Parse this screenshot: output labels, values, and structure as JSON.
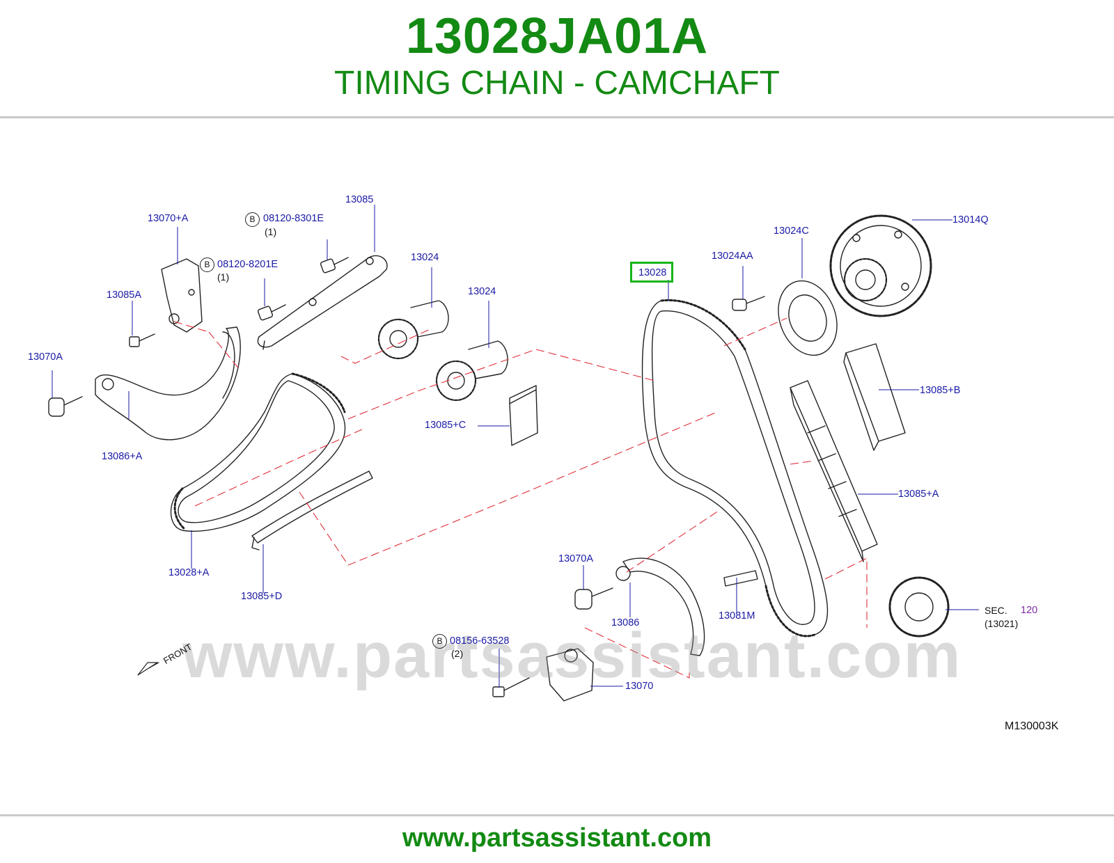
{
  "header": {
    "part_number": "13028JA01A",
    "title": "TIMING CHAIN - CAMCHAFT"
  },
  "diagram": {
    "watermark": "www.partsassistant.com",
    "front_label": "FRONT",
    "diagram_code": "M130003K",
    "highlighted_part": "13028",
    "callouts": {
      "c13070_a": "13070+A",
      "c08120_8301e": "08120-8301E",
      "c08120_8301e_qty": "(1)",
      "c13085": "13085",
      "c08120_8201e": "08120-8201E",
      "c08120_8201e_qty": "(1)",
      "c13085a": "13085A",
      "c13024_1": "13024",
      "c13024_2": "13024",
      "c13070a_left": "13070A",
      "c13085_c": "13085+C",
      "c13086_a": "13086+A",
      "c13028_a": "13028+A",
      "c13085_d": "13085+D",
      "c13028": "13028",
      "c13024aa": "13024AA",
      "c13024c": "13024C",
      "c13014q": "13014Q",
      "c13085_b": "13085+B",
      "c13085_a": "13085+A",
      "c13070a_lower": "13070A",
      "c13086": "13086",
      "c13081m": "13081M",
      "c08156_63528": "08156-63528",
      "c08156_63528_qty": "(2)",
      "c13070": "13070",
      "sec_label": "SEC.",
      "sec_number": "120",
      "sec_ref": "(13021)"
    },
    "bolt_badge": "B"
  },
  "footer": {
    "url": "www.partsassistant.com"
  },
  "colors": {
    "brand_green": "#138a13",
    "highlight_green": "#18b418",
    "callout_blue": "#1a1aa6",
    "leader_red": "#e0303a"
  }
}
